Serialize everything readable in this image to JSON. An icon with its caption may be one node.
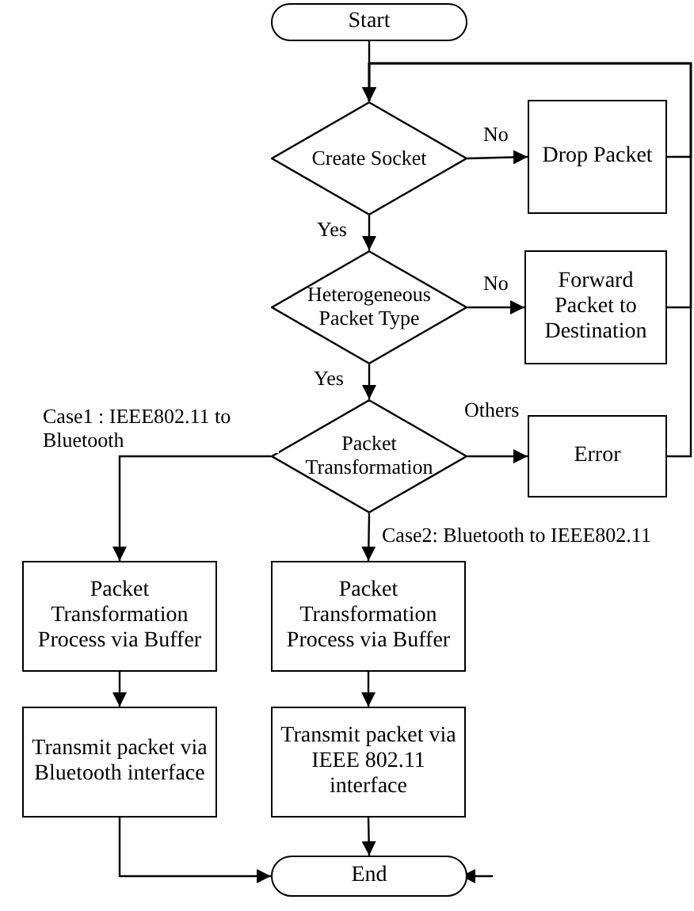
{
  "diagram": {
    "nodes": [
      {
        "text": [
          "Start"
        ]
      },
      {
        "text": [
          "Create Socket"
        ]
      },
      {
        "text": [
          "Drop Packet"
        ]
      },
      {
        "text": [
          "Heterogeneous Packet Type"
        ]
      },
      {
        "text": [
          "Forward Packet to Destination"
        ]
      },
      {
        "text": [
          "Packet Transformation"
        ]
      },
      {
        "text": [
          "Error"
        ]
      },
      {
        "text": [
          "Packet Transformation Process via Buffer"
        ]
      },
      {
        "text": [
          "Packet Transformation Process via Buffer"
        ]
      },
      {
        "text": [
          "Transmit packet via Bluetooth interface"
        ]
      },
      {
        "text": [
          "Transmit packet via IEEE 802.11 interface"
        ]
      },
      {
        "text": [
          "End"
        ]
      }
    ],
    "edges": [
      {
        "from": 0,
        "to": 1,
        "arrow": "to"
      },
      {
        "from": 1,
        "to": 2,
        "arrow": "to",
        "label": "No"
      },
      {
        "from": 1,
        "to": 3,
        "arrow": "to",
        "label": "Yes"
      },
      {
        "from": 3,
        "to": 4,
        "arrow": "to",
        "label": "No"
      },
      {
        "from": 3,
        "to": 5,
        "arrow": "to",
        "label": "Yes"
      },
      {
        "from": 5,
        "to": 6,
        "arrow": "to",
        "label": "Others"
      },
      {
        "from": 5,
        "to": 7,
        "arrow": "to",
        "label": "Case1 : IEEE802.11 to Bluetooth"
      },
      {
        "from": 5,
        "to": 8,
        "arrow": "to",
        "label": "Case2: Bluetooth to IEEE802.11"
      },
      {
        "from": 7,
        "to": 9,
        "arrow": "to"
      },
      {
        "from": 8,
        "to": 10,
        "arrow": "to"
      },
      {
        "from": 10,
        "to": 11,
        "arrow": "to"
      },
      {
        "from": 9,
        "to": 11,
        "arrow": "to"
      },
      {
        "from": 2,
        "to": 1,
        "arrow": "to"
      },
      {
        "from": 4,
        "to": 1,
        "arrow": "to"
      },
      {
        "from": 6,
        "to": 1,
        "arrow": "to"
      },
      {
        "from": null,
        "to": 11,
        "arrow": "to"
      }
    ]
  }
}
